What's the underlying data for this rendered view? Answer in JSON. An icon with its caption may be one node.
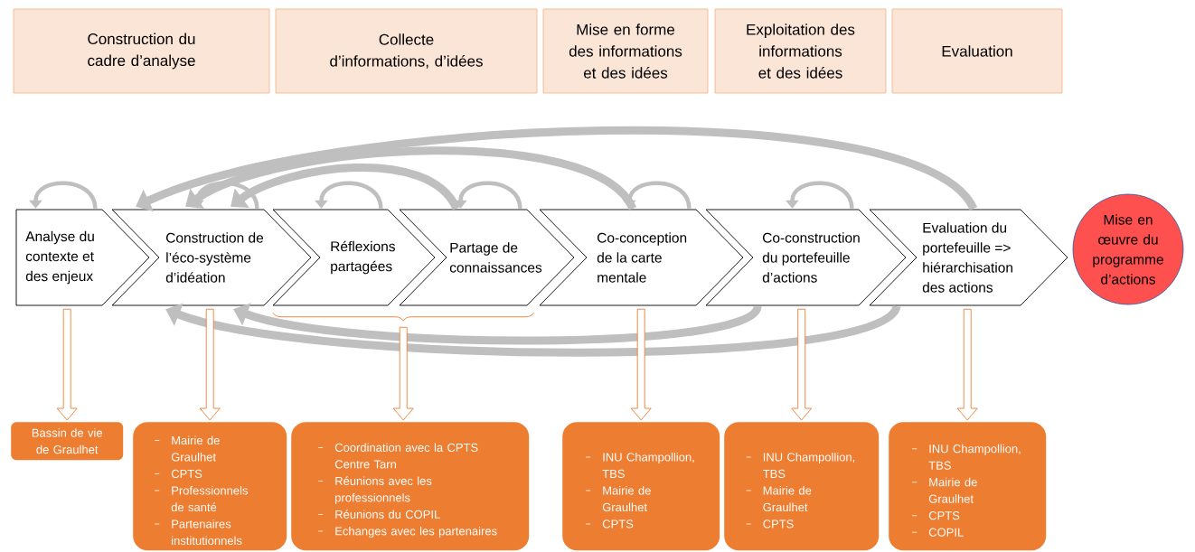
{
  "diagram": {
    "nodes": [
      {
        "text": [
          "Construction du cadre d’analyse"
        ]
      },
      {
        "text": [
          "Collecte d’informations, d’idées"
        ]
      },
      {
        "text": [
          "Mise en forme des informations et des idées"
        ]
      },
      {
        "text": [
          "Exploitation des informations et des idées"
        ]
      },
      {
        "text": [
          "Evaluation"
        ]
      },
      {
        "text": [
          "Analyse du contexte et des enjeux"
        ]
      },
      {
        "text": [
          "Construction de l’éco-système d’idéation"
        ]
      },
      {
        "text": [
          "Réflexions partagées"
        ]
      },
      {
        "text": [
          "Partage de connaissances"
        ]
      },
      {
        "text": [
          "Co-conception de la carte mentale"
        ]
      },
      {
        "text": [
          "Co-construction du portefeuille d’actions"
        ]
      },
      {
        "text": [
          "Evaluation du portefeuille => hiérarchisation des actions"
        ]
      },
      {
        "text": [
          "Mise en œuvre du programme d’actions"
        ]
      },
      {
        "text": [
          "Bassin de vie de Graulhet"
        ]
      },
      {
        "text": [
          "Mairie de Graulhet",
          "CPTS",
          "Professionnels de santé",
          "Partenaires institutionnels"
        ]
      },
      {
        "text": [
          "Coordination avec la CPTS Centre Tarn",
          "Réunions avec les professionnels",
          "Réunions du COPIL",
          "Echanges avec les partenaires"
        ]
      },
      {
        "text": [
          "INU Champollion, TBS",
          "Mairie de Graulhet",
          "CPTS"
        ]
      },
      {
        "text": [
          "INU Champollion, TBS",
          "Mairie de Graulhet",
          "CPTS"
        ]
      },
      {
        "text": [
          "INU Champollion, TBS",
          "Mairie de Graulhet",
          "CPTS",
          "COPIL"
        ]
      }
    ],
    "edges": [
      {
        "from": 5,
        "to": 5,
        "arrow": "to"
      },
      {
        "from": 6,
        "to": 6,
        "arrow": "to"
      },
      {
        "from": 7,
        "to": 7,
        "arrow": "to"
      },
      {
        "from": 8,
        "to": 8,
        "arrow": "to"
      },
      {
        "from": 9,
        "to": 9,
        "arrow": "to"
      },
      {
        "from": 10,
        "to": 10,
        "arrow": "to"
      },
      {
        "from": 8,
        "to": 6,
        "arrow": "to",
        "style": "thick"
      },
      {
        "from": 9,
        "to": 6,
        "arrow": "to",
        "style": "thick"
      },
      {
        "from": 11,
        "to": 6,
        "arrow": "to",
        "style": "thick"
      },
      {
        "from": 10,
        "to": 6,
        "arrow": "to",
        "style": "thick"
      },
      {
        "from": 11,
        "to": 6,
        "arrow": "to",
        "style": "thick"
      },
      {
        "from": 5,
        "to": 13,
        "arrow": "to",
        "color": "#ed7d31"
      },
      {
        "from": 6,
        "to": 14,
        "arrow": "to",
        "color": "#ed7d31"
      },
      {
        "from": 7,
        "to": 15,
        "arrow": "to",
        "color": "#ed7d31"
      },
      {
        "from": 8,
        "to": 15,
        "arrow": "to",
        "color": "#ed7d31"
      },
      {
        "from": 9,
        "to": 16,
        "arrow": "to",
        "color": "#ed7d31"
      },
      {
        "from": 10,
        "to": 17,
        "arrow": "to",
        "color": "#ed7d31"
      },
      {
        "from": 11,
        "to": 18,
        "arrow": "to",
        "color": "#ed7d31"
      }
    ]
  }
}
